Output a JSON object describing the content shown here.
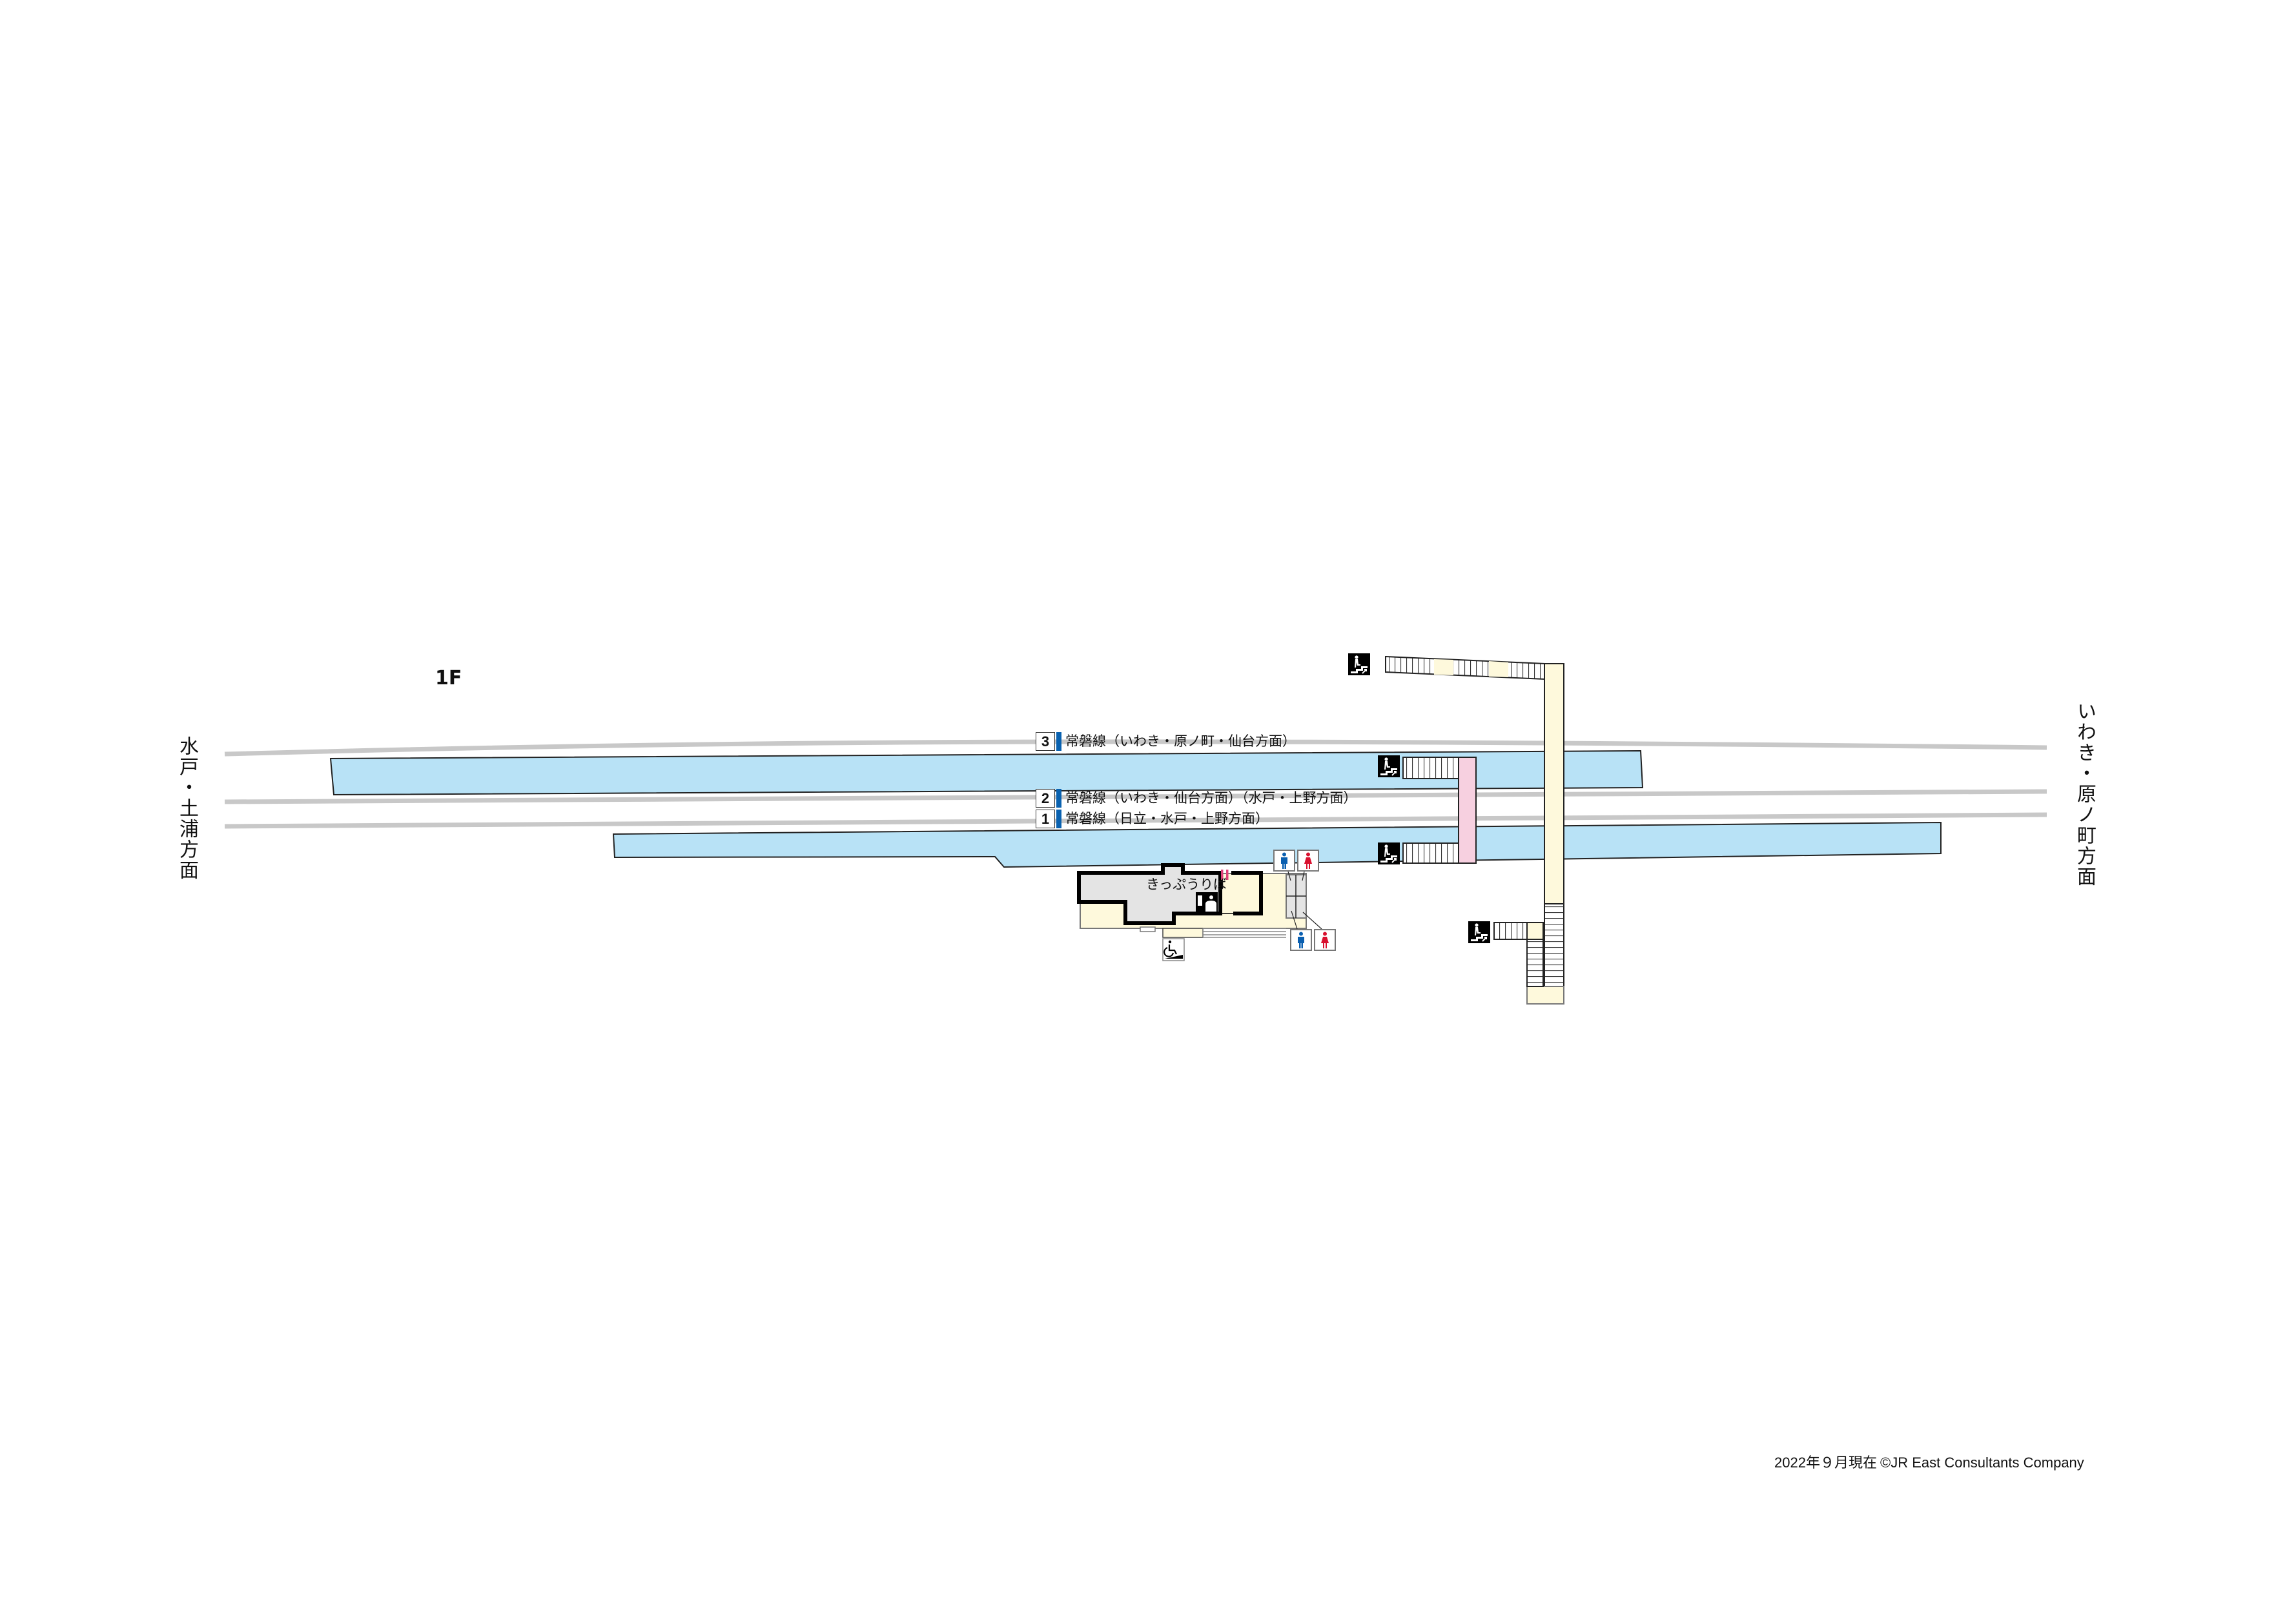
{
  "floor_label": "1F",
  "directions": {
    "left": "水戸・土浦方面",
    "right": "いわき・原ノ町方面"
  },
  "tracks": [
    {
      "number": "3",
      "label": "常磐線（いわき・原ノ町・仙台方面）"
    },
    {
      "number": "2",
      "label": "常磐線（いわき・仙台方面）（水戸・上野方面）"
    },
    {
      "number": "1",
      "label": "常磐線（日立・水戸・上野方面）"
    }
  ],
  "facilities": {
    "ticket_office": "きっぷうりば",
    "icons": [
      "stairs-icon",
      "ticket-machine-icon",
      "ticket-gate-icon",
      "male-toilet-icon",
      "female-toilet-icon",
      "wheelchair-ramp-icon"
    ]
  },
  "colors": {
    "platform": "#b8e2f6",
    "concourse": "#fef9dc",
    "bridge_pink": "#f7d0e0",
    "track": "#c8c8c8",
    "track_marker": "#0a62b0",
    "male": "#0a5fb0",
    "female": "#d9102e"
  },
  "footer": {
    "date": "2022年９月現在",
    "copyright": "©JR East Consultants Company"
  }
}
